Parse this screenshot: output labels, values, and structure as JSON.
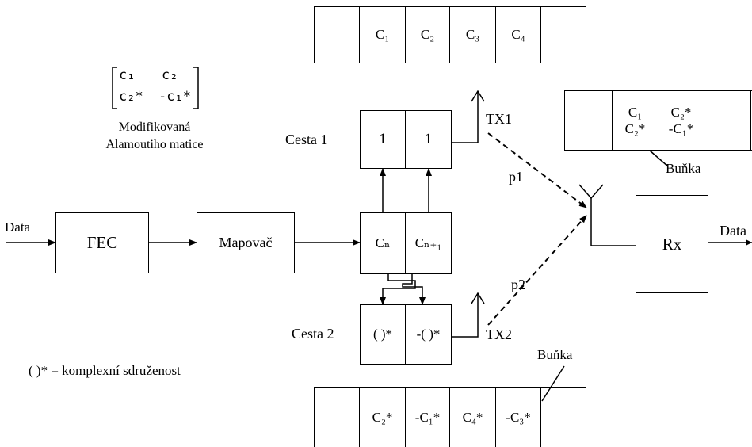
{
  "top_sequence": {
    "cells": [
      "",
      "C₁",
      "C₂",
      "C₃",
      "C₄",
      ""
    ]
  },
  "bottom_sequence": {
    "cells": [
      "",
      "C₂*",
      "-C₁*",
      "C₄*",
      "-C₃*",
      ""
    ]
  },
  "rx_buffer": {
    "cells": [
      [
        ""
      ],
      [
        "C₁",
        "C₂*"
      ],
      [
        "C₂*",
        "-C₁*"
      ],
      [
        ""
      ]
    ]
  },
  "matrix": {
    "r1c1": "c₁",
    "r1c2": "c₂",
    "r2c1": "c₂*",
    "r2c2": "-c₁*"
  },
  "matrix_caption": {
    "line1": "Modifikovaná",
    "line2": "Alamoutiho matice"
  },
  "blocks": {
    "fec": "FEC",
    "mapper": "Mapovač",
    "rx": "Rx"
  },
  "input_label": "Data",
  "output_label": "Data",
  "path1": {
    "label": "Cesta 1",
    "cells": [
      "1",
      "1"
    ]
  },
  "path2": {
    "label": "Cesta 2",
    "cells": [
      "( )*",
      "-( )*"
    ]
  },
  "mapper_out": {
    "cells": [
      "Cₙ",
      "Cₙ₊₁"
    ]
  },
  "antennas": {
    "tx1": "TX1",
    "tx2": "TX2"
  },
  "links": {
    "p1": "p1",
    "p2": "p2"
  },
  "cell_label_rx": "Buňka",
  "cell_label_tx2": "Buňka",
  "note": "( )* = komplexní sdruženost"
}
